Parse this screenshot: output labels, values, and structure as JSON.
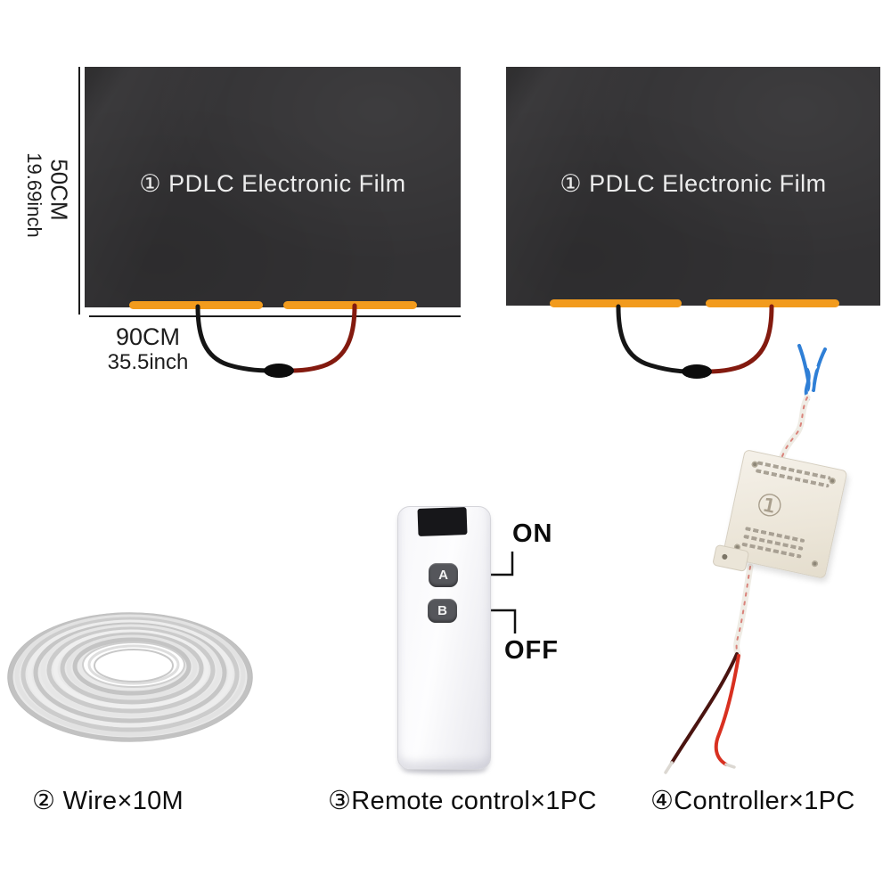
{
  "diagram": {
    "film": {
      "label": "① PDLC Electronic Film",
      "height_cm": "50CM",
      "height_inch": "19.69inch",
      "width_cm": "90CM",
      "width_inch": "35.5inch"
    },
    "remote": {
      "button_a": "A",
      "button_b": "B",
      "on_label": "ON",
      "off_label": "OFF"
    },
    "controller": {
      "badge": "①"
    },
    "captions": {
      "wire": "② Wire×10M",
      "remote": "③Remote control×1PC",
      "controller": "④Controller×1PC"
    },
    "colors": {
      "film_panel": "#333234",
      "electrode_strip": "#f29b1d",
      "wire_black": "#151515",
      "wire_red": "#831a0f",
      "wire_blue": "#2f7fd6",
      "remote_body": "#f2f2f5",
      "remote_button": "#55565b",
      "controller_body": "#efeadf"
    }
  }
}
